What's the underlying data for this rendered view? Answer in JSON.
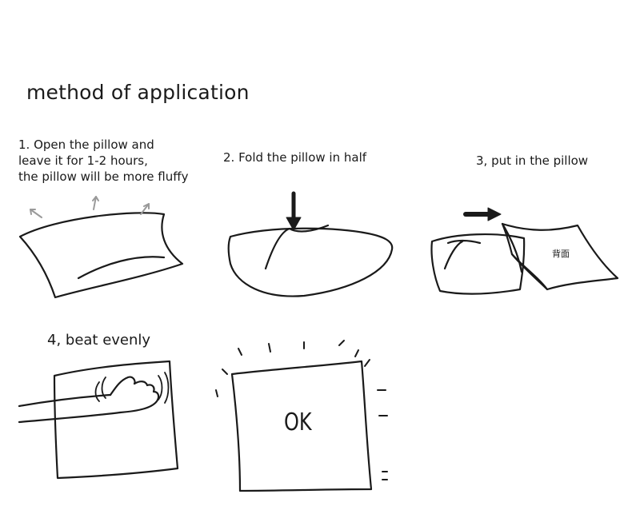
{
  "title": "method of application",
  "steps": [
    {
      "lines": [
        "1. Open the pillow and",
        "leave it for 1-2 hours,",
        "the pillow will be more fluffy"
      ]
    },
    {
      "lines": [
        "2. Fold the pillow in half"
      ]
    },
    {
      "lines": [
        "3, put in the pillow"
      ]
    },
    {
      "lines": [
        "4, beat evenly"
      ]
    }
  ],
  "ok_label": "OK",
  "back_label": "背面",
  "colors": {
    "ink": "#1a1a1a",
    "arrow_grey": "#9a9a9a",
    "background": "#ffffff"
  }
}
